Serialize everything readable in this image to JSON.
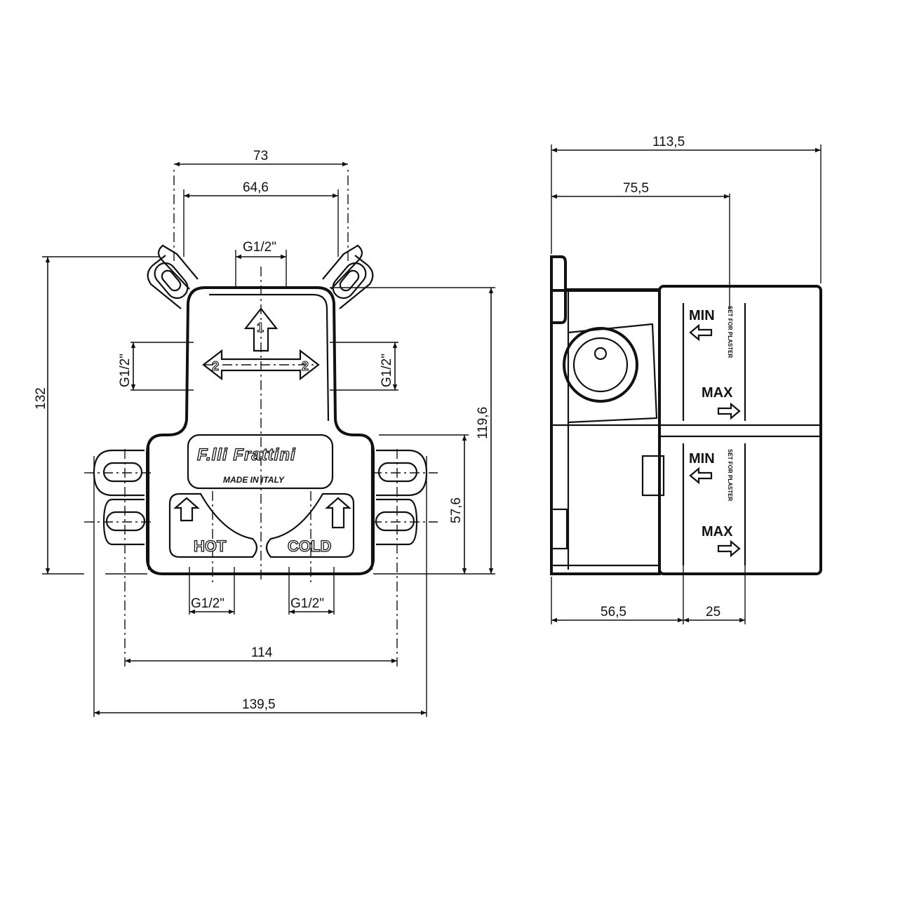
{
  "front_view": {
    "dimensions": {
      "width_top_outer": "73",
      "width_top_inner": "64,6",
      "top_port": "G1/2\"",
      "left_port": "G1/2\"",
      "right_port": "G1/2\"",
      "height_total": "132",
      "height_body": "119,6",
      "height_lower": "57,6",
      "bottom_port_left": "G1/2\"",
      "bottom_port_right": "G1/2\"",
      "width_lugs": "114",
      "width_total": "139,5"
    },
    "labels": {
      "brand": "F.lli Frattini",
      "made_in": "MADE IN ITALY",
      "hot": "HOT",
      "cold": "COLD",
      "arrow_1": "1",
      "arrow_2_left": "2",
      "arrow_2_right": "2"
    }
  },
  "side_view": {
    "dimensions": {
      "depth_total": "113,5",
      "depth_to_face": "75,5",
      "depth_body": "56,5",
      "depth_cover": "25"
    },
    "labels": {
      "min_upper": "MIN",
      "max_upper": "MAX",
      "min_lower": "MIN",
      "max_lower": "MAX",
      "vertical_note_upper": "SET FOR PLASTER",
      "vertical_note_lower": "SET FOR PLASTER"
    }
  }
}
